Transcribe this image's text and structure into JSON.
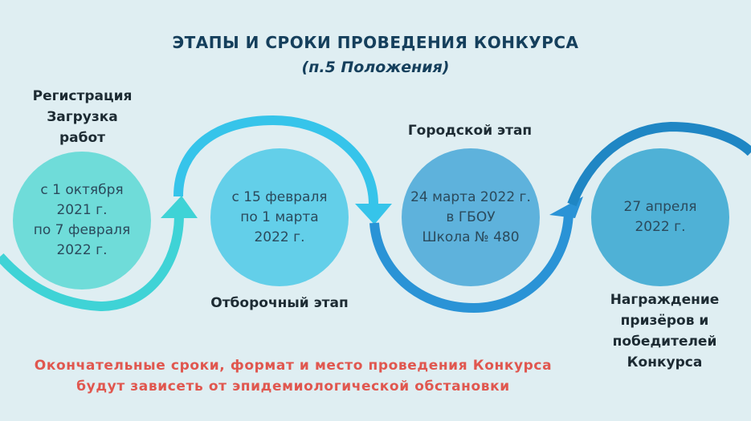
{
  "header": {
    "title": "ЭТАПЫ И СРОКИ ПРОВЕДЕНИЯ КОНКУРСА",
    "subtitle": "(п.5 Положения)"
  },
  "stages": [
    {
      "label": "Регистрация\nЗагрузка\nработ",
      "dates": "с 1 октября\n2021 г.\nпо 7 февраля\n2022 г.",
      "color": "#6fdcd9"
    },
    {
      "label": "Отборочный этап",
      "dates": "с 15 февраля\nпо 1 марта\n2022 г.",
      "color": "#63cfe9"
    },
    {
      "label": "Городской этап",
      "dates": "24 марта 2022 г.\nв ГБОУ\nШкола № 480",
      "color": "#5eb2dc"
    },
    {
      "label": "Награждение\nпризёров и\nпобедителей\nКонкурса",
      "dates": "27 апреля\n2022 г.",
      "color": "#4fb1d6"
    }
  ],
  "note": "Окончательные сроки, формат и место проведения Конкурса\nбудут зависеть от эпидемиологической обстановки",
  "colors": {
    "title": "#153f5c",
    "note": "#e0574f",
    "arrow_turquoise": "#3fd3d6",
    "arrow_cyan": "#36c4ea",
    "arrow_blue": "#2a93d6",
    "arrow_darkblue": "#1f86c4"
  }
}
